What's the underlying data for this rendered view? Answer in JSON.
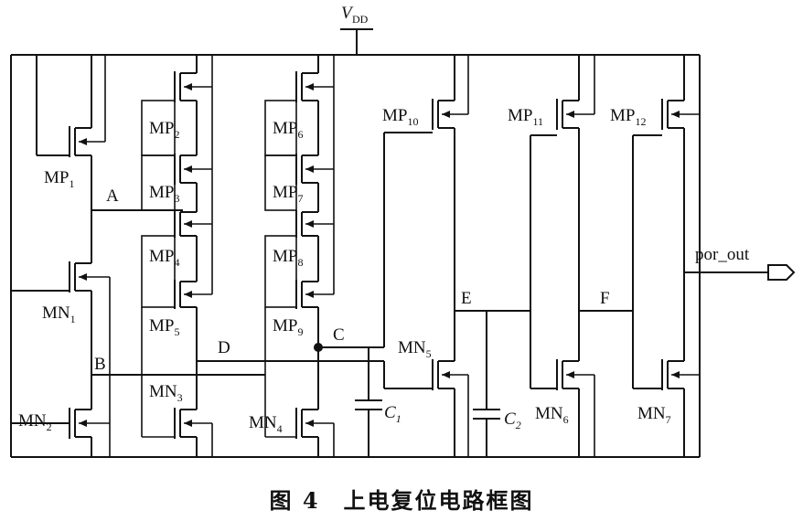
{
  "figure": {
    "caption": "图 4　上电复位电路框图"
  },
  "supply": {
    "name": "V",
    "subscript": "DD"
  },
  "nodes": {
    "a": "A",
    "b": "B",
    "c": "C",
    "d": "D",
    "e": "E",
    "f": "F"
  },
  "output": {
    "label": "por_out"
  },
  "pmos": [
    {
      "id": "mp1",
      "base": "MP",
      "sub": "1"
    },
    {
      "id": "mp2",
      "base": "MP",
      "sub": "2"
    },
    {
      "id": "mp3",
      "base": "MP",
      "sub": "3"
    },
    {
      "id": "mp4",
      "base": "MP",
      "sub": "4"
    },
    {
      "id": "mp5",
      "base": "MP",
      "sub": "5"
    },
    {
      "id": "mp6",
      "base": "MP",
      "sub": "6"
    },
    {
      "id": "mp7",
      "base": "MP",
      "sub": "7"
    },
    {
      "id": "mp8",
      "base": "MP",
      "sub": "8"
    },
    {
      "id": "mp9",
      "base": "MP",
      "sub": "9"
    },
    {
      "id": "mp10",
      "base": "MP",
      "sub": "10"
    },
    {
      "id": "mp11",
      "base": "MP",
      "sub": "11"
    },
    {
      "id": "mp12",
      "base": "MP",
      "sub": "12"
    }
  ],
  "nmos": [
    {
      "id": "mn1",
      "base": "MN",
      "sub": "1"
    },
    {
      "id": "mn2",
      "base": "MN",
      "sub": "2"
    },
    {
      "id": "mn3",
      "base": "MN",
      "sub": "3"
    },
    {
      "id": "mn4",
      "base": "MN",
      "sub": "4"
    },
    {
      "id": "mn5",
      "base": "MN",
      "sub": "5"
    },
    {
      "id": "mn6",
      "base": "MN",
      "sub": "6"
    },
    {
      "id": "mn7",
      "base": "MN",
      "sub": "7"
    }
  ],
  "capacitors": [
    {
      "id": "c1",
      "base": "C",
      "sub": "1"
    },
    {
      "id": "c2",
      "base": "C",
      "sub": "2"
    }
  ]
}
